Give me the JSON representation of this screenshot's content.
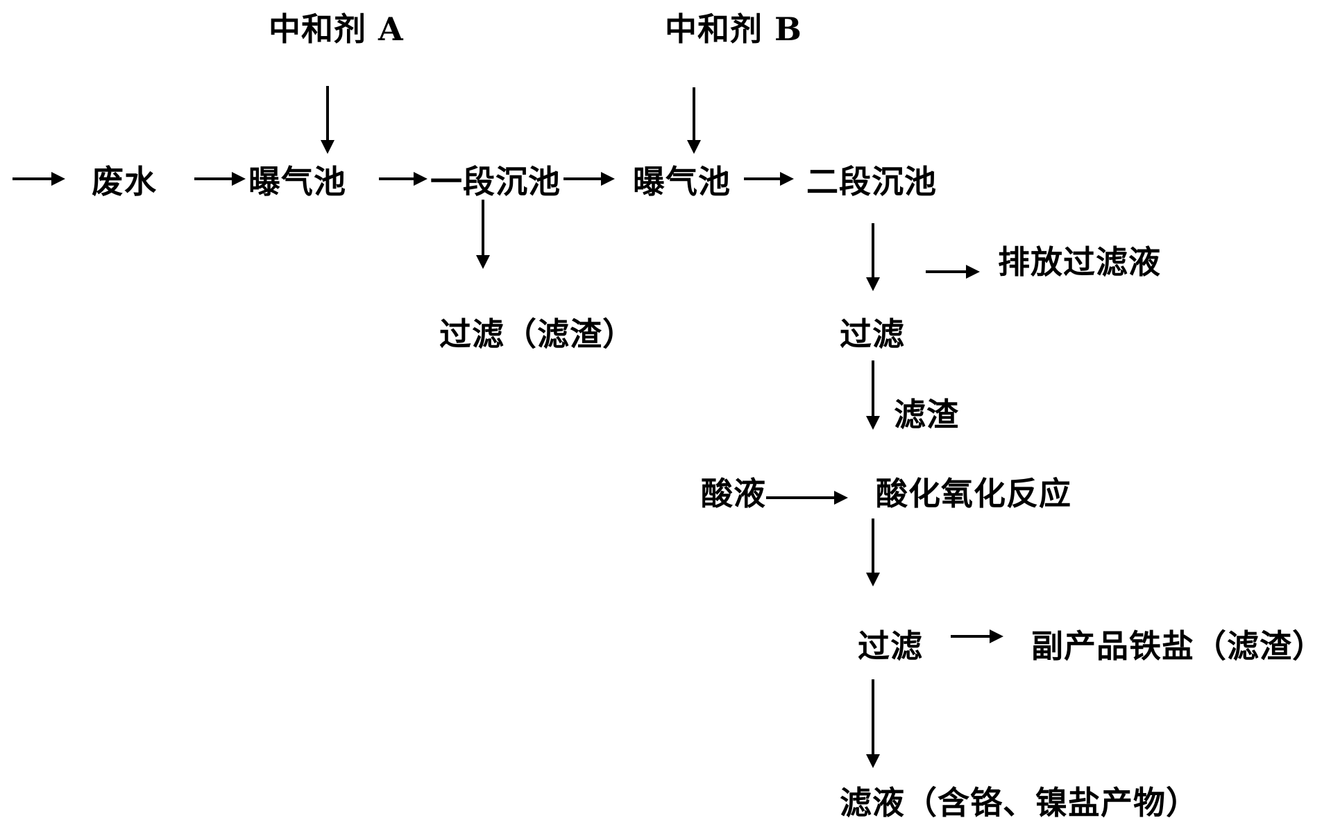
{
  "nodes": {
    "neutralizer_a": "中和剂 A",
    "neutralizer_b": "中和剂 B",
    "wastewater": "废水",
    "aeration_tank_1": "曝气池",
    "stage1_settling": "一段沉池",
    "aeration_tank_2": "曝气池",
    "stage2_settling": "二段沉池",
    "filter_residue_1": "过滤（滤渣）",
    "discharge_filtrate": "排放过滤液",
    "filter_2": "过滤",
    "residue_label": "滤渣",
    "acid_liquid": "酸液",
    "acid_oxidation": "酸化氧化反应",
    "filter_3": "过滤",
    "iron_salt": "副产品铁盐（滤渣）",
    "final_filtrate": "滤液（含铬、镍盐产物）"
  }
}
